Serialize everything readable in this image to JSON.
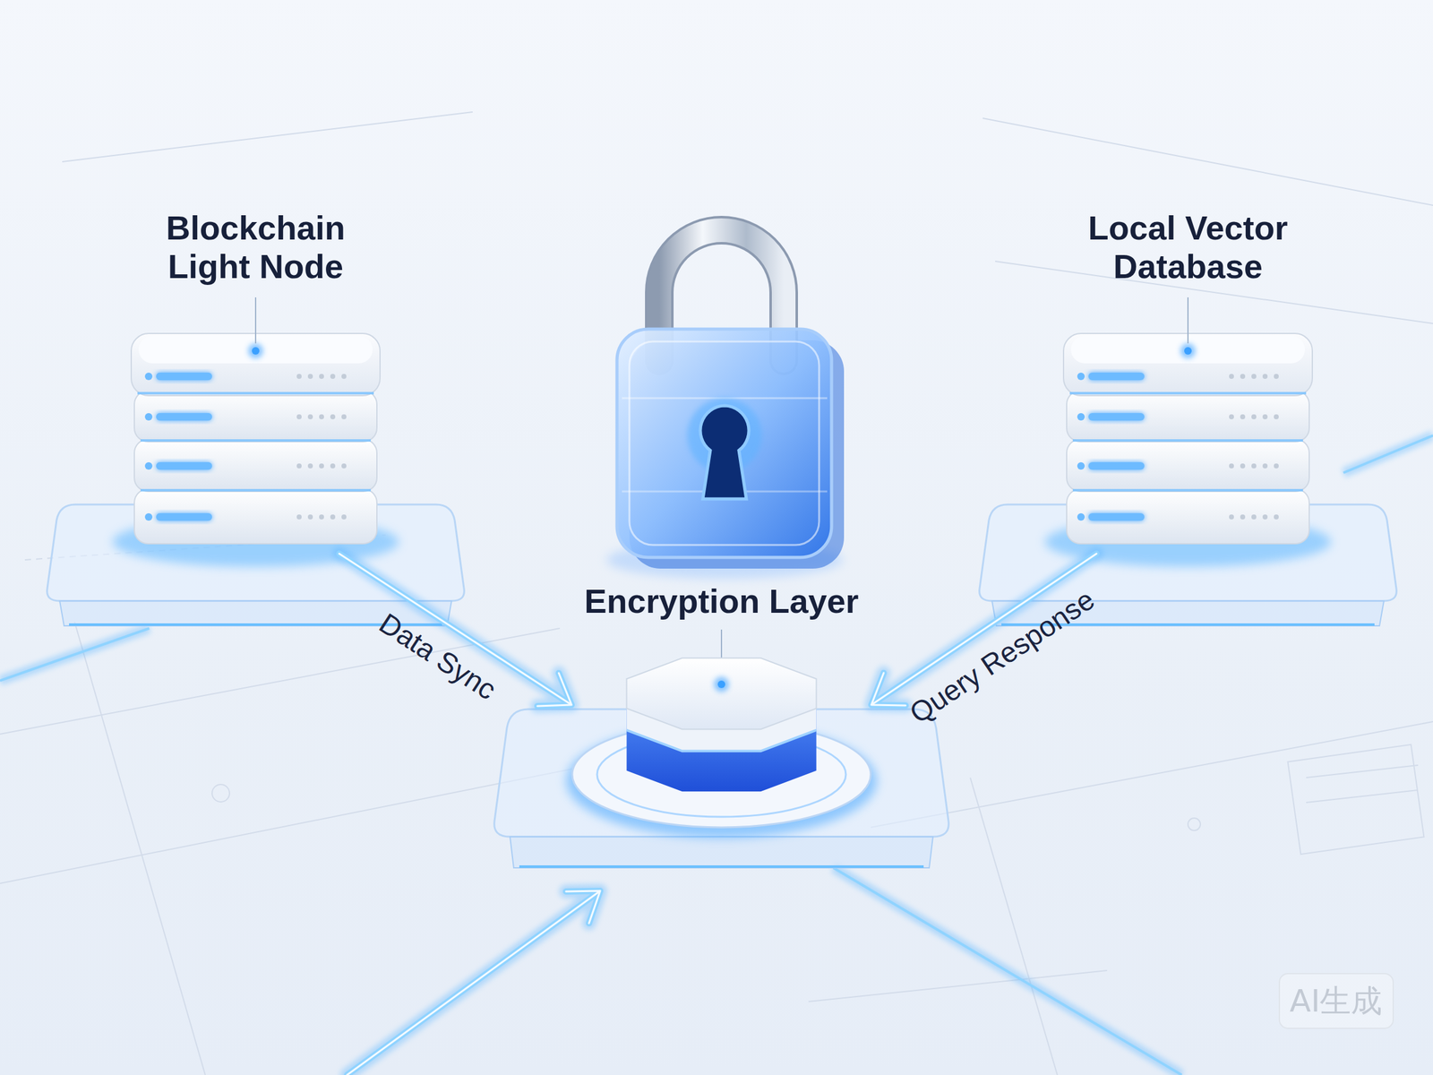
{
  "diagram": {
    "nodes": [
      {
        "text": [
          "Blockchain Light Node"
        ]
      },
      {
        "text": [
          "Local Vector Database"
        ]
      },
      {
        "text": [
          "Encryption Layer"
        ]
      }
    ],
    "edges": [
      {
        "from": 0,
        "to": 2,
        "arrow": "to",
        "label": "Data Sync"
      },
      {
        "from": 1,
        "to": 2,
        "arrow": "to",
        "label": "Query Response"
      }
    ],
    "labels": [
      "AI生成"
    ]
  }
}
